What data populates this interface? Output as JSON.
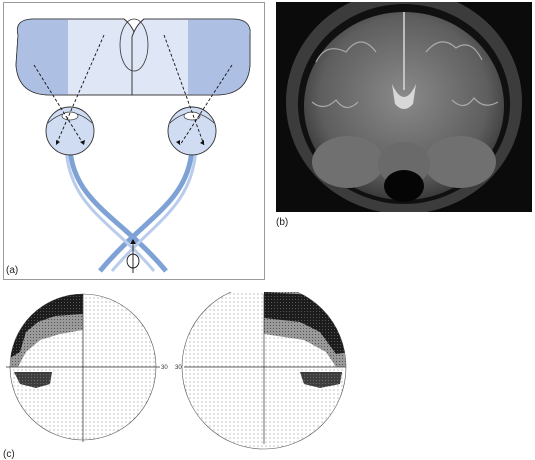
{
  "labels": {
    "a": "(a)",
    "b": "(b)",
    "c": "(c)"
  },
  "visual_field": {
    "axis_label_left": "30",
    "axis_label_right": "30"
  },
  "colors": {
    "field_light": "#dfe6f5",
    "field_dark": "#aebfe4",
    "field_outline": "#333333",
    "nerve": "#7fa2d6",
    "nerve_light": "#b9ccec",
    "eye": "#cfdcf2",
    "grey_zone": "#8a8a8a",
    "dark_zone": "#1c1c1c"
  }
}
